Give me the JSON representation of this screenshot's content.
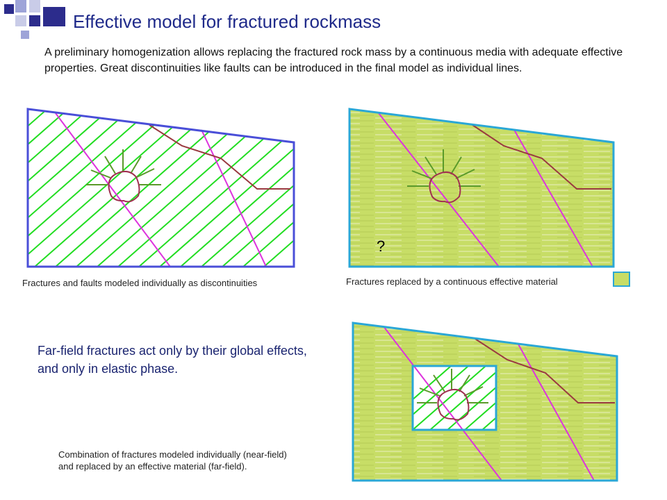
{
  "title": "Effective model for fractured rockmass",
  "intro_text": "A preliminary homogenization allows replacing the fractured rock mass by a continuous media with adequate effective properties. Great discontinuities like faults can be introduced in the final model as individual lines.",
  "diagrams": {
    "discrete": {
      "caption": "Fractures and faults modeled individually as discontinuities"
    },
    "effective": {
      "caption": "Fractures replaced by a continuous effective material",
      "question_mark": "?"
    },
    "combined": {
      "caption_line1": "Combination of fractures modeled individually (near-field)",
      "caption_line2": "and replaced by an effective material (far-field)."
    }
  },
  "far_field_note": "Far-field fractures act only by their global effects, and only in elastic phase.",
  "colors": {
    "title": "#1f2a8a",
    "rock_boundary": "#4a4fd8",
    "effective_boundary": "#2aa7d6",
    "fractures": "#22dd22",
    "faults": "#dd33dd",
    "effective_fill": "#c7dd66",
    "tunnel": "#a03050",
    "bolts": "#5a9a2a",
    "contact_line": "#9a3a40"
  },
  "icons": [
    "decorative-squares-icon"
  ]
}
